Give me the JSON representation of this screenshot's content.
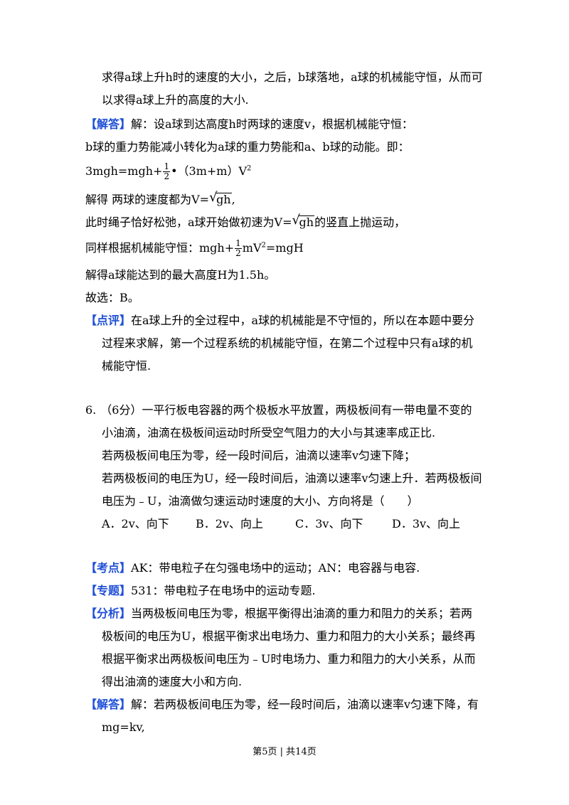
{
  "part1": {
    "line1": "求得a球上升h时的速度的大小，之后，b球落地，a球的机械能守恒，从而可",
    "line2": "以求得a球上升的高度的大小.",
    "answer_tag": "【解答】",
    "answer_line1": "解：设a球到达高度h时两球的速度v，根据机械能守恒：",
    "answer_line2": "b球的重力势能减小转化为a球的重力势能和a、b球的动能。即：",
    "eq1_left": "3mgh=mgh+",
    "eq1_frac_num": "1",
    "eq1_frac_den": "2",
    "eq1_right": "•（3m+m）V",
    "eq1_sup": "2",
    "solve1_pre": "解得 两球的速度都为V=",
    "solve1_rad": "gh",
    "solve1_post": ",",
    "rope_pre": "此时绳子恰好松弛，a球开始做初速为V=",
    "rope_rad": "gh",
    "rope_post": "的竖直上抛运动，",
    "cons_pre": "同样根据机械能守恒：mgh+",
    "cons_num": "1",
    "cons_den": "2",
    "cons_mid": "mV",
    "cons_sup": "2",
    "cons_post": "=mgH",
    "result": "解得a球能达到的最大高度H为1.5h。",
    "choose": "故选：B。",
    "comment_tag": "【点评】",
    "comment_line1": "在a球上升的全过程中，a球的机械能是不守恒的，所以在本题中要分",
    "comment_line2": "过程来求解，第一个过程系统的机械能守恒，在第二个过程中只有a球的机",
    "comment_line3": "械能守恒."
  },
  "question6": {
    "number": "6.",
    "line1": "（6分）一平行板电容器的两个极板水平放置，两极板间有一带电量不变的",
    "line2": "小油滴，油滴在极板间运动时所受空气阻力的大小与其速率成正比.",
    "line3": "若两极板间电压为零，经一段时间后，油滴以速率v匀速下降；",
    "line4": "若两极板间的电压为U，经一段时间后，油滴以速率v匀速上升．若两极板间",
    "line5": "电压为﹣U，油滴做匀速运动时速度的大小、方向将是（　　）",
    "options": [
      "A．2v、向下",
      "B．2v、向上",
      "C．3v、向下",
      "D．3v、向上"
    ]
  },
  "analysis": {
    "kaodian_tag": "【考点】",
    "kaodian": "AK：带电粒子在匀强电场中的运动；AN：电容器与电容.",
    "zhuanti_tag": "【专题】",
    "zhuanti": "531：带电粒子在电场中的运动专题.",
    "fenxi_tag": "【分析】",
    "fenxi_line1": "当两极板间电压为零，根据平衡得出油滴的重力和阻力的关系；若两",
    "fenxi_line2": "极板间的电压为U，根据平衡求出电场力、重力和阻力的大小关系；最终再",
    "fenxi_line3": "根据平衡求出两极板间电压为﹣U时电场力、重力和阻力的大小关系，从而",
    "fenxi_line4": "得出油滴的速度大小和方向.",
    "jieda_tag": "【解答】",
    "jieda_line1": "解：若两极板间电压为零，经一段时间后，油滴以速率v匀速下降，有",
    "jieda_line2": "mg=kv,"
  },
  "footer": "第5页 | 共14页"
}
